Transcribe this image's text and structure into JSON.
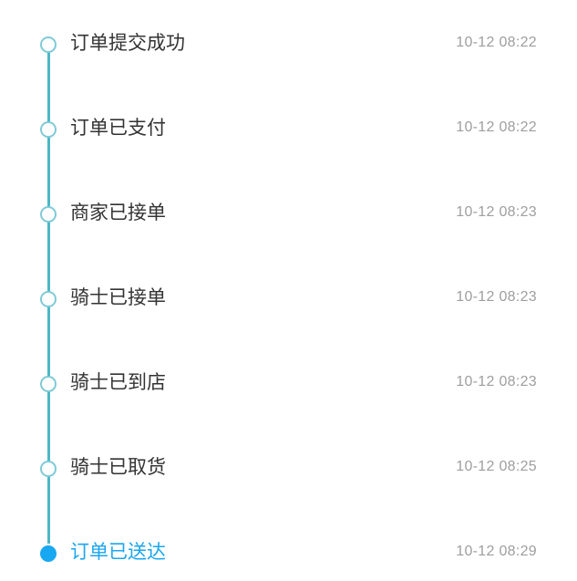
{
  "timeline": {
    "colors": {
      "line": "#4db6c8",
      "dot_border": "#7fcad6",
      "active": "#18a8f2",
      "time": "#9e9e9e",
      "label": "#333333"
    },
    "steps": [
      {
        "label": "订单提交成功",
        "time": "10-12 08:22",
        "active": false
      },
      {
        "label": "订单已支付",
        "time": "10-12 08:22",
        "active": false
      },
      {
        "label": "商家已接单",
        "time": "10-12 08:23",
        "active": false
      },
      {
        "label": "骑士已接单",
        "time": "10-12 08:23",
        "active": false
      },
      {
        "label": "骑士已到店",
        "time": "10-12 08:23",
        "active": false
      },
      {
        "label": "骑士已取货",
        "time": "10-12 08:25",
        "active": false
      },
      {
        "label": "订单已送达",
        "time": "10-12 08:29",
        "active": true
      }
    ]
  }
}
